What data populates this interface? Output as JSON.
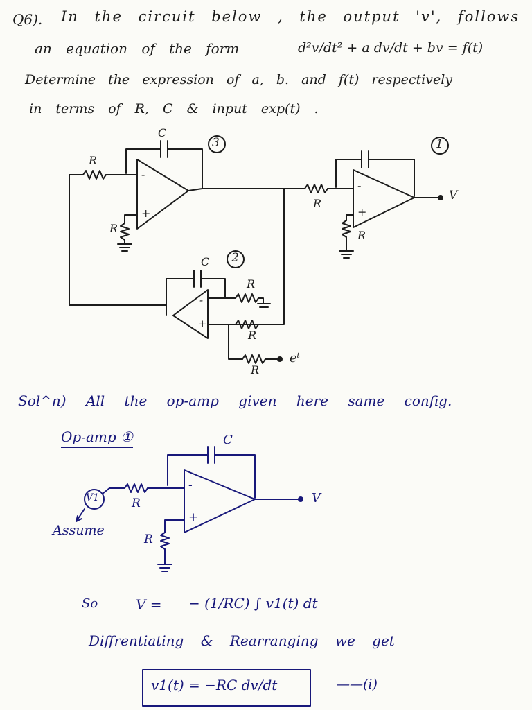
{
  "question": {
    "number": "Q6).",
    "line1": "In the circuit below , the output 'v', follows",
    "line2_prefix": "an equation of the form",
    "equation": "d²v/dt² + a dv/dt + bv = f(t)",
    "line3": "Determine the expression of a, b. and f(t) respectively",
    "line4": "in terms of R, C & input exp(t) ."
  },
  "circuit_q": {
    "labels": {
      "opamp3": "3",
      "opamp1": "1",
      "opamp2": "2",
      "cap_c": "C",
      "cap_c2": "C",
      "r_left": "R",
      "r_ground_left": "R",
      "r_mid": "R",
      "r_ground_right": "R",
      "r_op2_top": "R",
      "r_op2_mid": "R",
      "r_op2_bot": "R",
      "output_v": "V",
      "input_et": "eᵗ",
      "minus": "-",
      "plus": "+"
    }
  },
  "solution": {
    "intro": "Sol^n) All the op-amp given here same config.",
    "heading": "Op-amp ①",
    "assume": "Assume",
    "v1_label": "V1",
    "labels": {
      "c": "C",
      "r_in": "R",
      "r_ground": "R",
      "v": "V",
      "minus": "-",
      "plus": "+"
    },
    "so_label": "So",
    "eq1_lhs": "V =",
    "eq1_rhs": "− (1/RC) ∫ v1(t) dt",
    "diff_text": "Diffrentiating & Rearranging we get",
    "result": "v1(t) = −RC dv/dt",
    "tag": "——(i)"
  }
}
